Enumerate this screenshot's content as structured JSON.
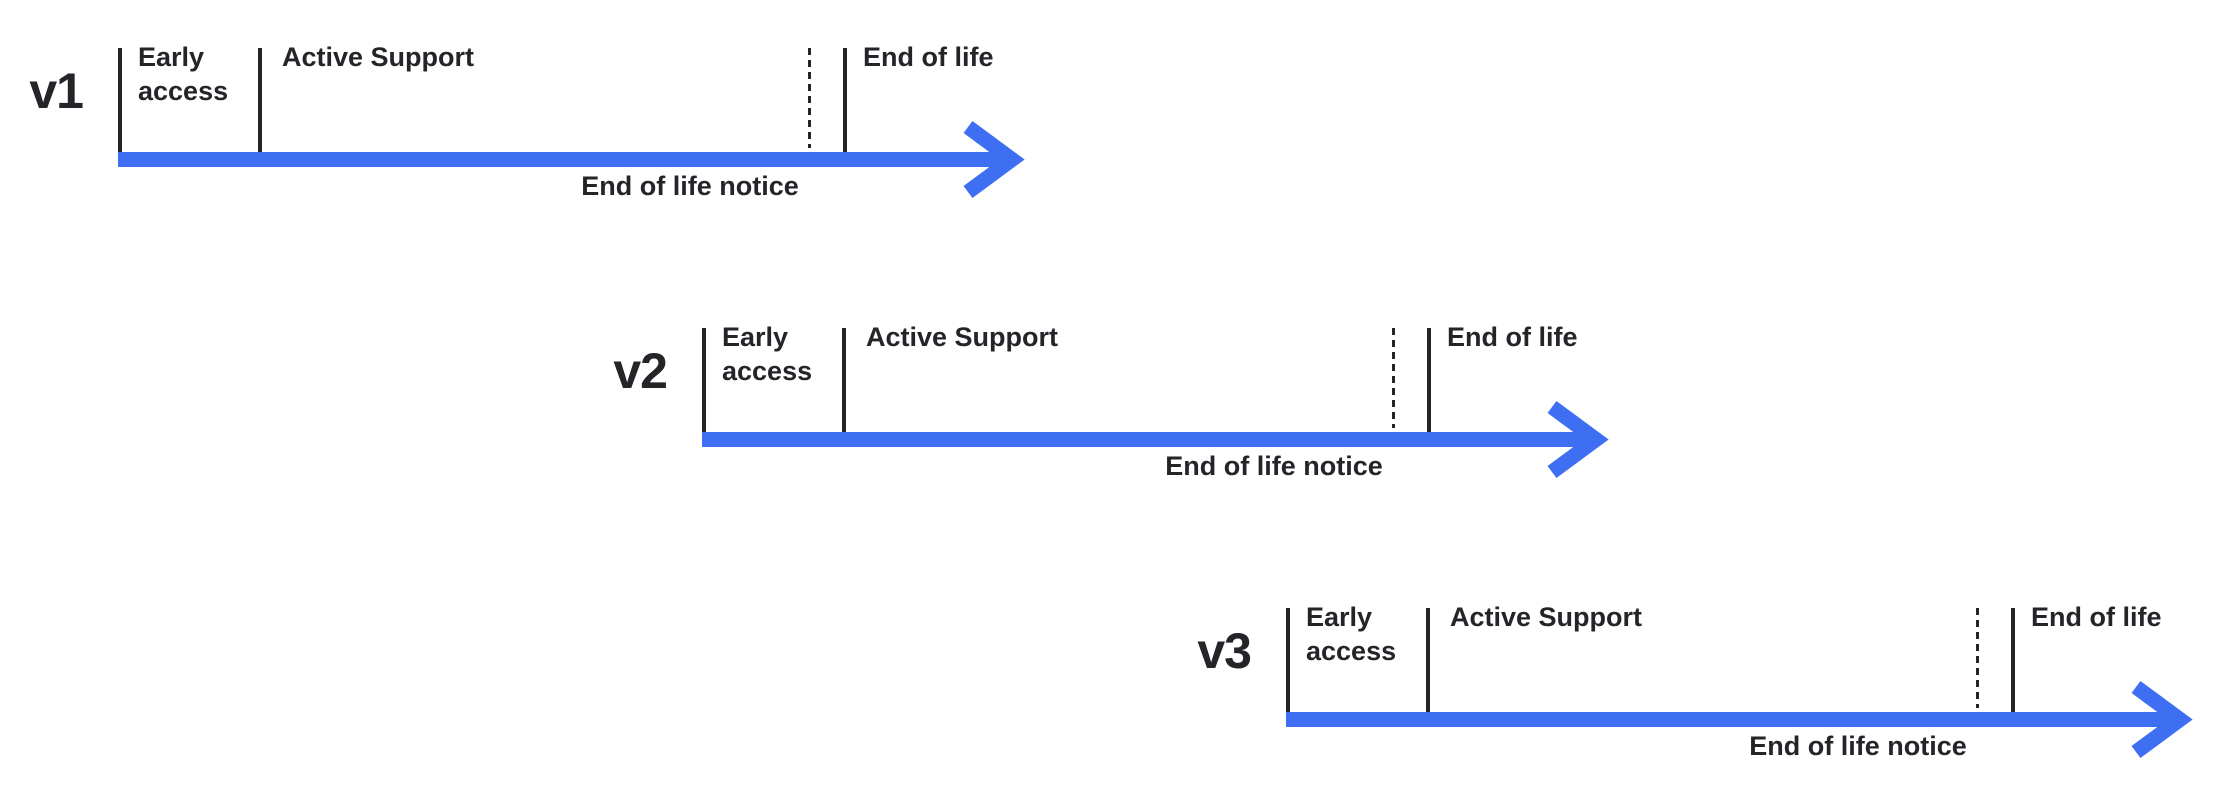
{
  "colors": {
    "background": "#ffffff",
    "accent_blue": "#3E6EF2",
    "ink": "#232529"
  },
  "rows": [
    {
      "version": "v1",
      "early_access": "Early access",
      "active_support": "Active Support",
      "end_of_life": "End of life",
      "end_of_life_notice": "End of life notice"
    },
    {
      "version": "v2",
      "early_access": "Early access",
      "active_support": "Active Support",
      "end_of_life": "End of life",
      "end_of_life_notice": "End of life notice"
    },
    {
      "version": "v3",
      "early_access": "Early access",
      "active_support": "Active Support",
      "end_of_life": "End of life",
      "end_of_life_notice": "End of life notice"
    }
  ]
}
